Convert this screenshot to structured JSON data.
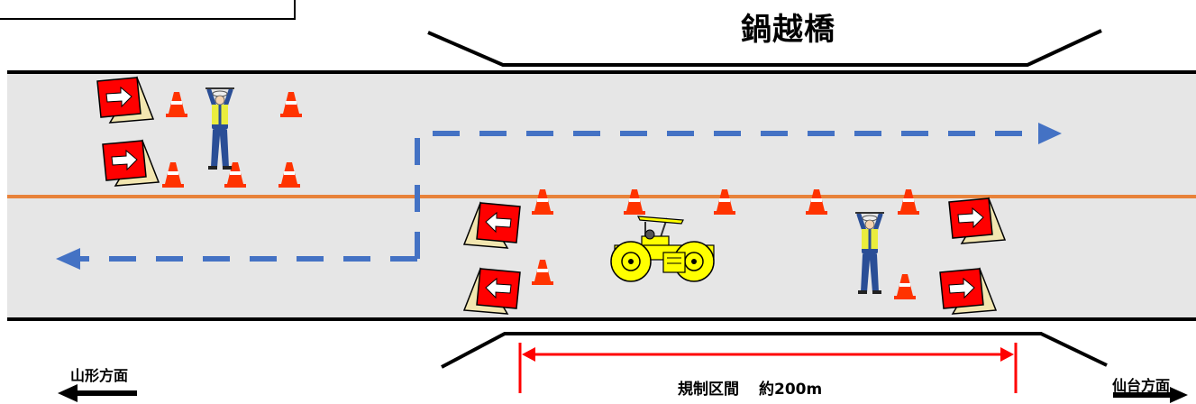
{
  "bridge_name": "鍋越橋",
  "directions": {
    "left": "山形方面",
    "right": "仙台方面"
  },
  "regulation": {
    "label": "規制区間",
    "length_label": "約200m"
  },
  "colors": {
    "road": "#e6e6e6",
    "road_edge": "#000000",
    "center_line": "#e8823a",
    "detour_arrow": "#4472c4",
    "span_marker": "#ff0000",
    "sign_red": "#ff0000",
    "sign_stand": "#f2e6b0",
    "cone_orange": "#ff3300",
    "roller_yellow": "#ffff00",
    "worker_uniform": "#2a4e96",
    "worker_vest": "#ffff33"
  },
  "icons": {
    "sign": "arrow-board-sign-icon",
    "cone": "traffic-cone-icon",
    "worker": "flagger-worker-icon",
    "roller": "road-roller-icon"
  }
}
